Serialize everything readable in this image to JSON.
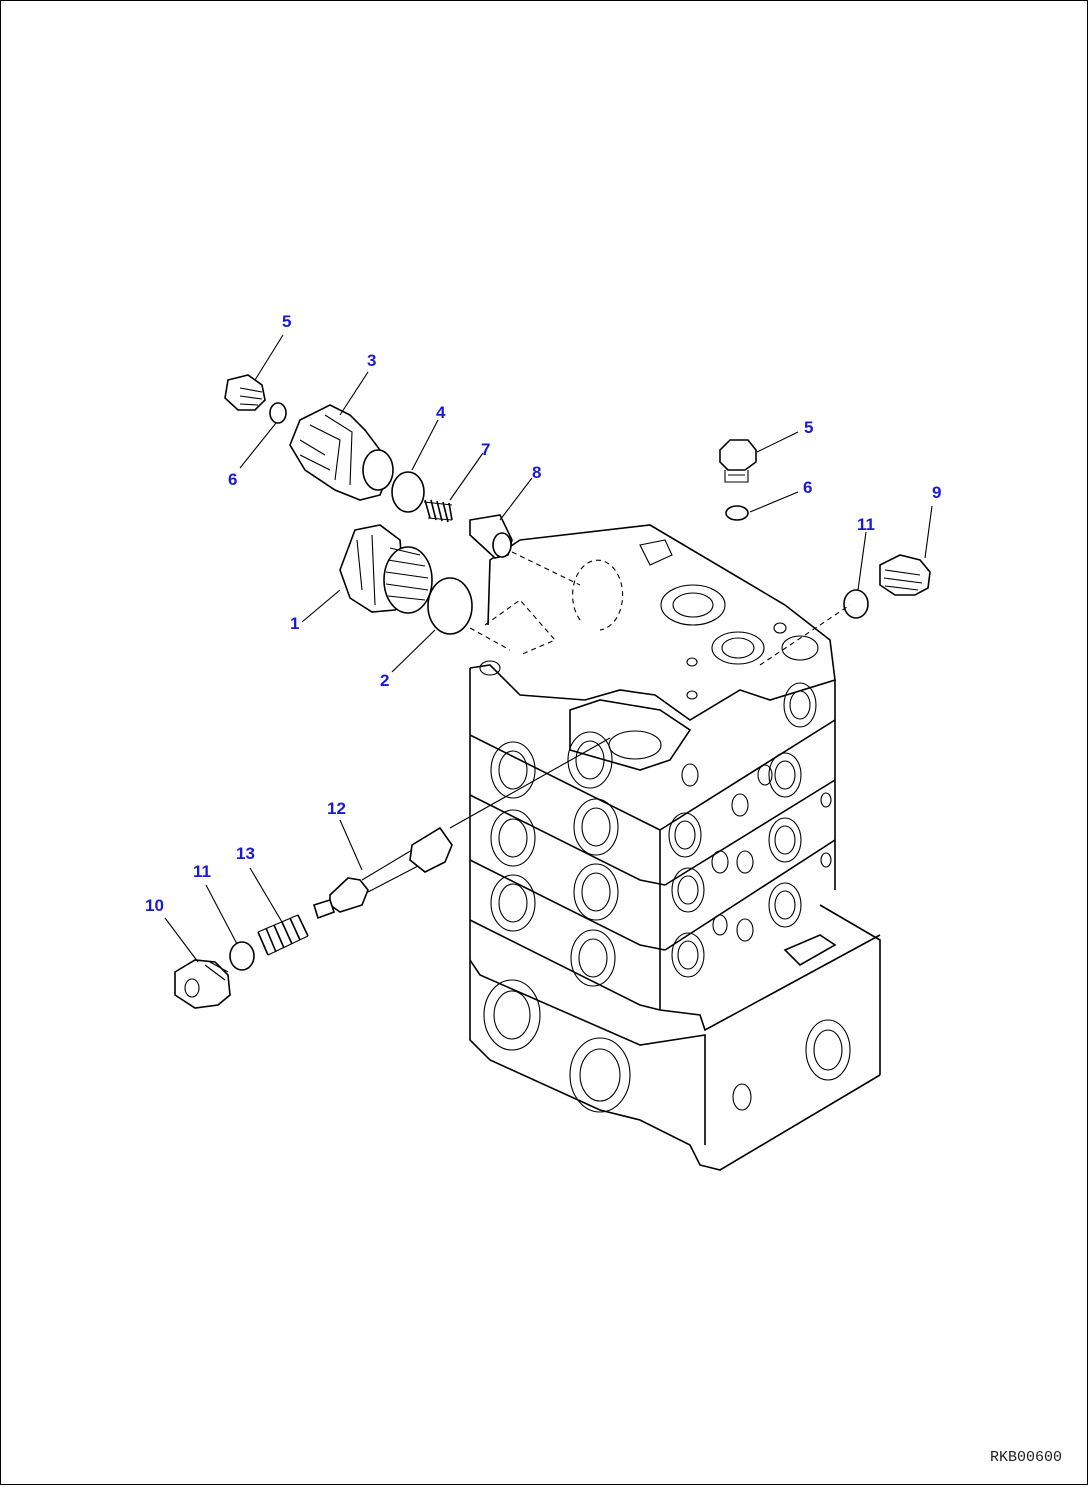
{
  "drawing_code": "RKB00600",
  "callouts": [
    "1",
    "2",
    "3",
    "4",
    "5",
    "5",
    "6",
    "6",
    "7",
    "8",
    "9",
    "10",
    "11",
    "11",
    "12",
    "13"
  ]
}
